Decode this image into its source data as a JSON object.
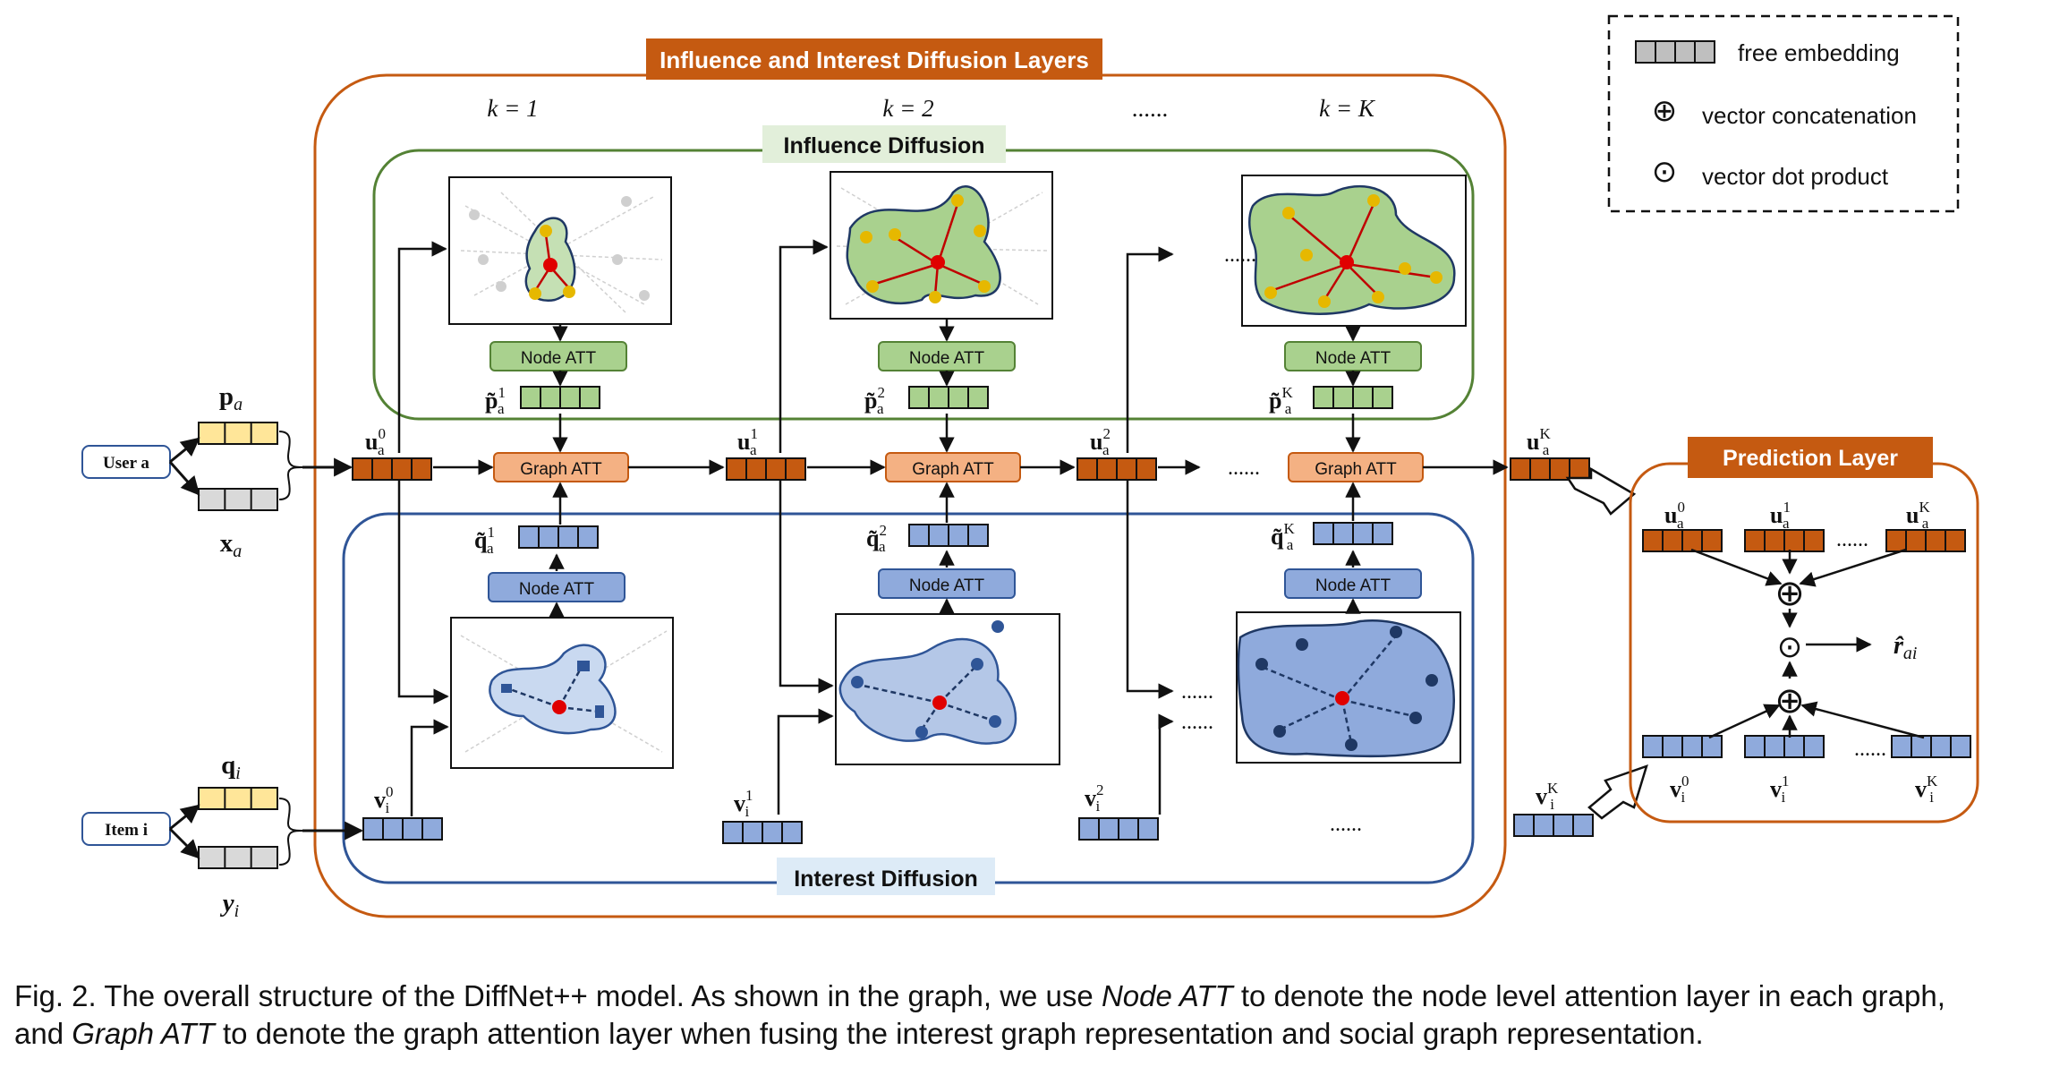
{
  "titles": {
    "layers": "Influence and Interest Diffusion Layers",
    "influence": "Influence Diffusion",
    "interest": "Interest Diffusion",
    "prediction": "Prediction Layer"
  },
  "legend": {
    "embedding": "free embedding",
    "concat": "vector concatenation",
    "dot": "vector dot product",
    "concat_symbol": "⊕",
    "dot_symbol": "⊙"
  },
  "k_labels": {
    "k1": "k = 1",
    "k2": "k = 2",
    "dots": "......",
    "kK": "k = K"
  },
  "inputs": {
    "user": "User a",
    "item": "Item i",
    "p": "p",
    "p_sub": "a",
    "x": "x",
    "x_sub": "a",
    "q": "q",
    "q_sub": "i",
    "y": "y",
    "y_sub": "i"
  },
  "modules": {
    "node_att": "Node ATT",
    "graph_att": "Graph ATT"
  },
  "vectors": {
    "u": "u",
    "u_sub": "a",
    "v": "v",
    "v_sub": "i",
    "p_tilde": "p̃",
    "q_tilde": "q̃",
    "sup0": "0",
    "sup1": "1",
    "sup2": "2",
    "supK": "K"
  },
  "ellipsis": "......",
  "output": {
    "r": "r̂",
    "r_sub": "ai"
  },
  "caption": {
    "line1_a": "Fig. 2. The overall structure of the DiffNet++ model. As shown in the graph, we use ",
    "line1_em": "Node ATT",
    "line1_b": " to denote the node level attention layer in each graph,",
    "line2_a": "and ",
    "line2_em": "Graph ATT",
    "line2_b": " to denote the graph attention layer when fusing the interest graph representation and social graph representation."
  },
  "colors": {
    "orange_frame": "#c55a11",
    "orange_title_bg": "#c55a11",
    "green_frame": "#548235",
    "green_title_bg": "#e2efda",
    "blue_frame": "#2f5597",
    "blue_title_bg": "#ddebf7",
    "node_att_green": "#a9d18e",
    "node_att_blue": "#8faadc",
    "graph_att": "#f4b183",
    "user_embed": "#c55a11",
    "item_embed": "#8faadc",
    "p_embed": "#ffe699",
    "x_embed": "#d9d9d9"
  }
}
